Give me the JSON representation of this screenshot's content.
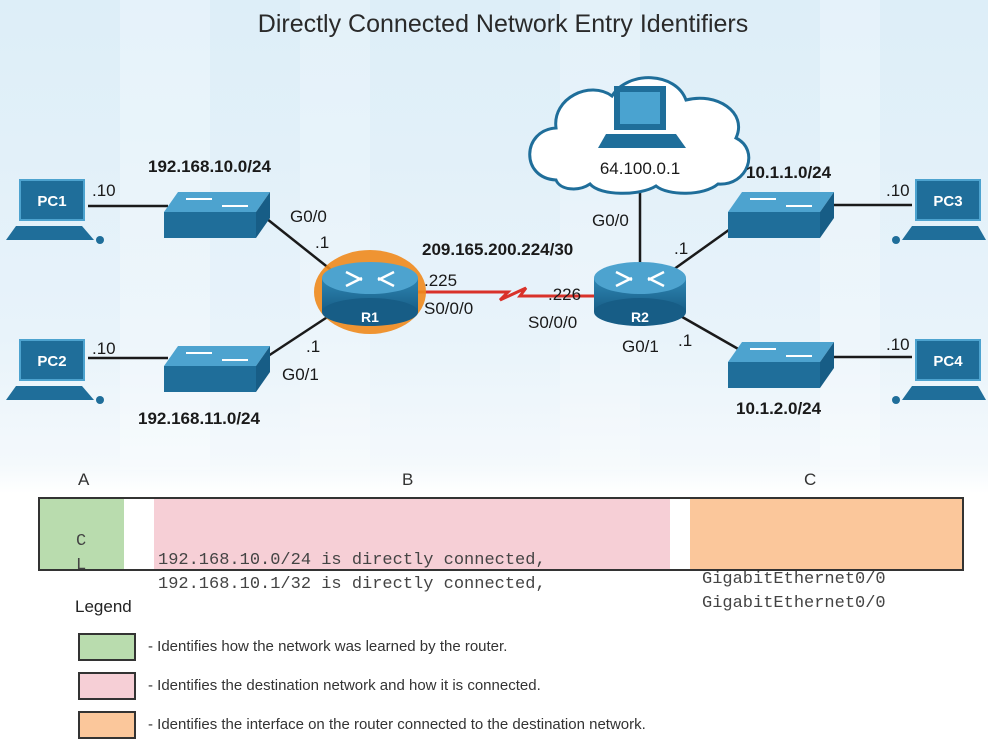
{
  "title": "Directly Connected Network Entry Identifiers",
  "networks": {
    "lan1": "192.168.10.0/24",
    "lan2": "192.168.11.0/24",
    "wan": "209.165.200.224/30",
    "lan3": "10.1.1.0/24",
    "lan4": "10.1.2.0/24",
    "cloud_host": "64.100.0.1"
  },
  "devices": {
    "pc1": "PC1",
    "pc2": "PC2",
    "pc3": "PC3",
    "pc4": "PC4",
    "r1": "R1",
    "r2": "R2"
  },
  "addresses": {
    "pc1_host": ".10",
    "pc2_host": ".10",
    "pc3_host": ".10",
    "pc4_host": ".10",
    "r1_g00": ".1",
    "r1_g01": ".1",
    "r1_s000": ".225",
    "r2_s000": ".226",
    "r2_g00": ".1",
    "r2_g01": ".1"
  },
  "interfaces": {
    "r1_g00": "G0/0",
    "r1_g01": "G0/1",
    "r1_s000": "S0/0/0",
    "r2_s000": "S0/0/0",
    "r2_g00": "G0/0",
    "r2_g01": "G0/1"
  },
  "table": {
    "column_letters": [
      "A",
      "B",
      "C"
    ],
    "rows": [
      {
        "code": "C",
        "network": "192.168.10.0/24 is directly connected,",
        "interface": "GigabitEthernet0/0"
      },
      {
        "code": "L",
        "network": "192.168.10.1/32 is directly connected,",
        "interface": "GigabitEthernet0/0"
      }
    ]
  },
  "legend": {
    "title": "Legend",
    "items": [
      {
        "color": "#b9dcae",
        "text": "- Identifies how the network was learned by the router."
      },
      {
        "color": "#f6cfd6",
        "text": "- Identifies the destination network and how it is connected."
      },
      {
        "color": "#fbc79b",
        "text": "- Identifies the interface on the router connected to the destination network."
      }
    ]
  },
  "colors": {
    "device_blue": "#1f6e9a",
    "router_highlight": "#f08a1c",
    "serial_link": "#d9322a"
  }
}
